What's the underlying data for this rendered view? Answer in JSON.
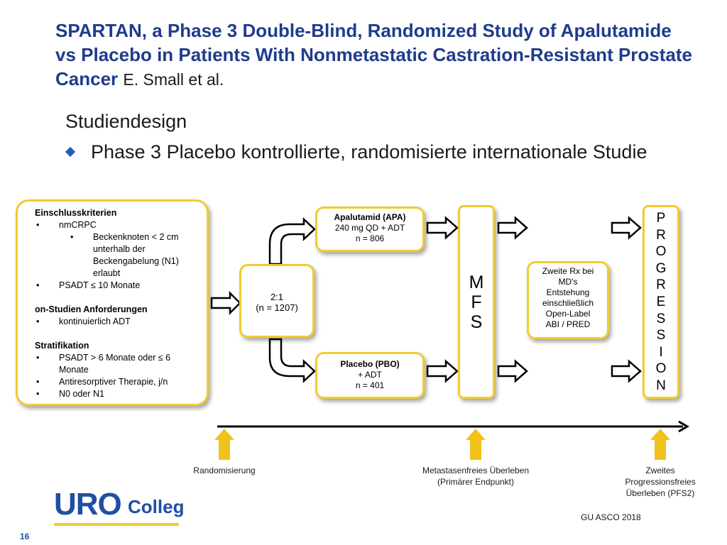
{
  "title": {
    "main": "SPARTAN, a Phase 3 Double-Blind, Randomized Study of Apalutamide vs Placebo in Patients With Nonmetastatic Castration-Resistant Prostate Cancer",
    "author": "E. Small et al."
  },
  "subtitle": "Studiendesign",
  "bullet": "Phase 3 Placebo kontrollierte, randomisierte internationale Studie",
  "criteria": {
    "head1": "Einschlusskriterien",
    "item1": "nmCRPC",
    "subitem1": "Beckenknoten < 2 cm unterhalb der Beckengabelung (N1) erlaubt",
    "item2": "PSADT ≤ 10 Monate",
    "head2": "on-Studien Anforderungen",
    "item3": "kontinuierlich ADT",
    "head3": "Stratifikation",
    "item4": "PSADT > 6 Monate oder ≤ 6 Monate",
    "item5": "Antiresorptiver Therapie, j/n",
    "item6": "N0 oder N1"
  },
  "randomization": {
    "ratio": "2:1",
    "n": "(n = 1207)"
  },
  "arm_apa": {
    "name": "Apalutamid (APA)",
    "dose": "240 mg QD + ADT",
    "n": "n = 806"
  },
  "arm_pbo": {
    "name": "Placebo (PBO)",
    "dose": "+ ADT",
    "n": "n = 401"
  },
  "mfs_letters": [
    "M",
    "F",
    "S"
  ],
  "second_rx": [
    "Zweite Rx bei",
    "MD's",
    "Entstehung",
    "einschließlich",
    "Open-Label",
    "ABI / PRED"
  ],
  "progression_letters": [
    "P",
    "R",
    "O",
    "G",
    "R",
    "E",
    "S",
    "S",
    "I",
    "O",
    "N"
  ],
  "timeline": {
    "label1": "Randomisierung",
    "label2_line1": "Metastasenfreies Überleben",
    "label2_line2": "(Primärer Endpunkt)",
    "label3_line1": "Zweites",
    "label3_line2": "Progressionsfreies",
    "label3_line3": "Überleben (PFS2)"
  },
  "logo": {
    "part1": "URO",
    "part2": "Colleg"
  },
  "source": "GU ASCO 2018",
  "page_number": "16",
  "colors": {
    "title": "#1f3c8c",
    "box_border": "#f1cc2d",
    "arrow_fill": "#ffffff",
    "timeline_arrow": "#f1c21b"
  }
}
